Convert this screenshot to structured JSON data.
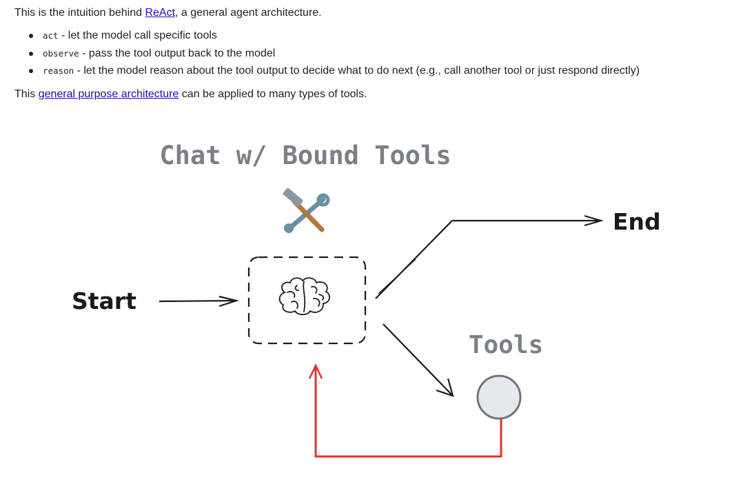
{
  "intro": {
    "prefix": "This is the intuition behind ",
    "link": "ReAct",
    "suffix": ", a general agent architecture."
  },
  "bullets": [
    {
      "code": "act",
      "text": " - let the model call specific tools"
    },
    {
      "code": "observe",
      "text": " - pass the tool output back to the model"
    },
    {
      "code": "reason",
      "text": " - let the model reason about the tool output to decide what to do next (e.g., call another tool or just respond directly)"
    }
  ],
  "outro": {
    "prefix": "This ",
    "link": "general purpose architecture",
    "suffix": " can be applied to many types of tools."
  },
  "diagram": {
    "title": "Chat w/ Bound Tools",
    "start_label": "Start",
    "end_label": "End",
    "tools_label": "Tools",
    "tools_emoji_icon": "hammer-and-wrench-icon",
    "model_icon": "brain-icon",
    "colors": {
      "ink": "#1a1a1a",
      "loop": "#e03131",
      "label_gray": "#7a8085",
      "tools_node_fill": "#e6e9ec"
    }
  }
}
